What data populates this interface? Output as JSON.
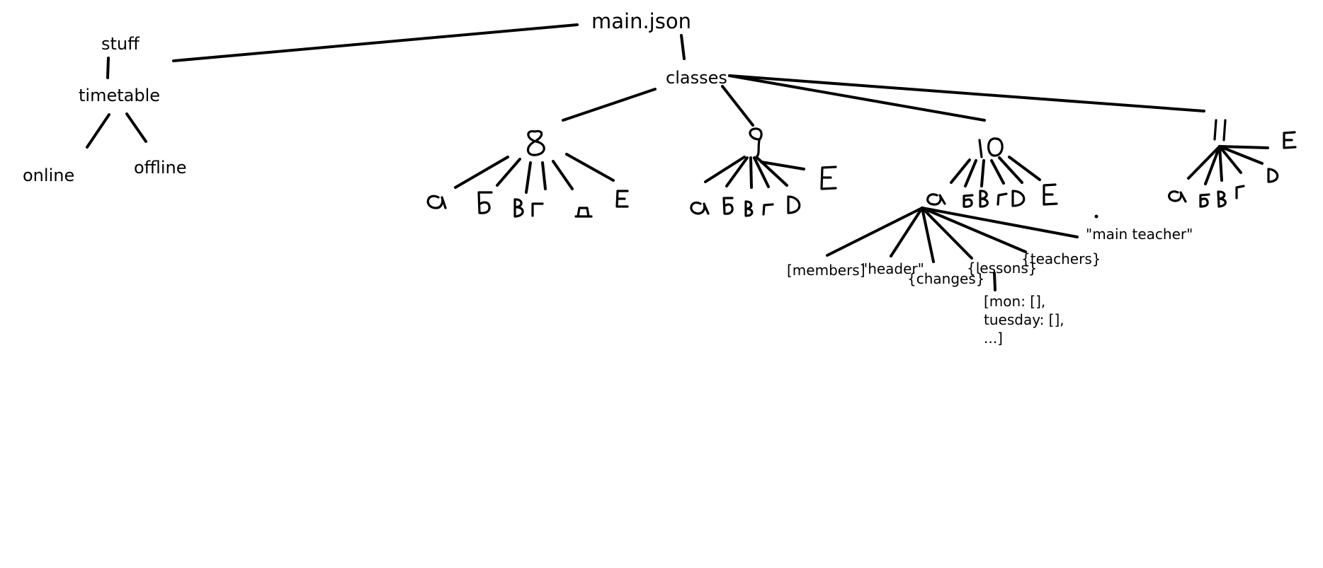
{
  "diagram": {
    "root": "main.json",
    "stuff": {
      "label": "stuff",
      "timetable": "timetable",
      "children": [
        "online",
        "offline"
      ]
    },
    "classes": {
      "label": "classes",
      "grades": [
        {
          "label": "8",
          "sections": [
            "а",
            "б",
            "в",
            "г",
            "д",
            "Е"
          ]
        },
        {
          "label": "9",
          "sections": [
            "а",
            "б",
            "в",
            "г",
            "D",
            "Е"
          ]
        },
        {
          "label": "10",
          "sections": [
            "а",
            "б",
            "в",
            "г",
            "D",
            "Е"
          ]
        },
        {
          "label": "11",
          "sections": [
            "а",
            "б",
            "в",
            "г",
            "D",
            "Е"
          ]
        }
      ],
      "class_fields": {
        "members": "[members]",
        "header": "\"header\"",
        "changes": "{changes}",
        "lessons": "{lessons}",
        "teachers": "{teachers}",
        "main_teacher": "\"main teacher\"",
        "lessons_body": "[mon: [],\ntuesday: [],\n...]"
      }
    }
  }
}
